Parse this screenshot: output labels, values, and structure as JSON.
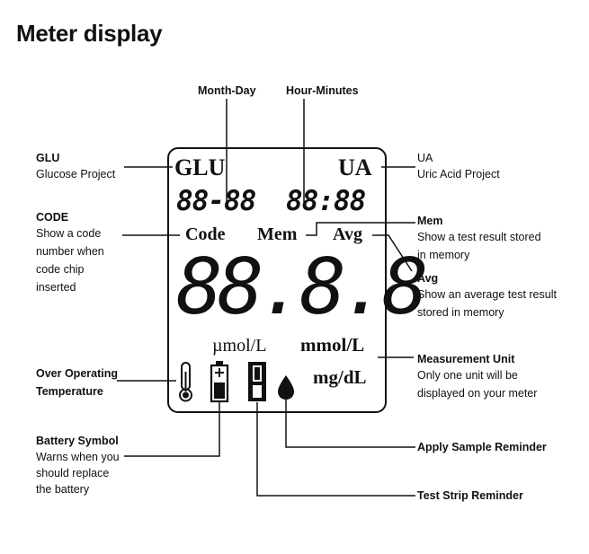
{
  "title": "Meter display",
  "top_labels": {
    "month_day": "Month-Day",
    "hour_minutes": "Hour-Minutes"
  },
  "left_labels": {
    "glu": {
      "heading": "GLU",
      "lines": [
        "Glucose Project"
      ]
    },
    "code": {
      "heading": "CODE",
      "lines": [
        "Show a code",
        "number when",
        "code chip",
        "inserted"
      ]
    },
    "temp": {
      "heading_lines": [
        "Over  Operating",
        "Temperature"
      ]
    },
    "battery": {
      "heading": "Battery Symbol",
      "lines": [
        "Warns when you",
        "should replace",
        "the battery"
      ]
    }
  },
  "right_labels": {
    "ua": {
      "heading": "UA",
      "lines": [
        "Uric Acid Project"
      ]
    },
    "mem": {
      "heading": "Mem",
      "lines": [
        "Show a test result stored",
        "in memory"
      ]
    },
    "avg": {
      "heading": "Avg",
      "lines": [
        "Show an average test result",
        "stored in memory"
      ]
    },
    "unit": {
      "heading": "Measurement Unit",
      "lines": [
        "Only one unit will be",
        "displayed on your meter"
      ]
    }
  },
  "bottom_labels": {
    "sample": "Apply Sample Reminder",
    "strip": "Test Strip Reminder"
  },
  "lcd": {
    "glu": "GLU",
    "ua": "UA",
    "date": "88-88",
    "time": "88:88",
    "code": "Code",
    "mem": "Mem",
    "avg": "Avg",
    "reading": "88.8.8",
    "umol": "µmol/L",
    "mmol": "mmol/L",
    "mgdl": "mg/dL"
  },
  "icons": {
    "thermometer": "thermometer-icon",
    "battery": "battery-icon",
    "test_strip": "test-strip-icon",
    "drop": "blood-drop-icon"
  }
}
